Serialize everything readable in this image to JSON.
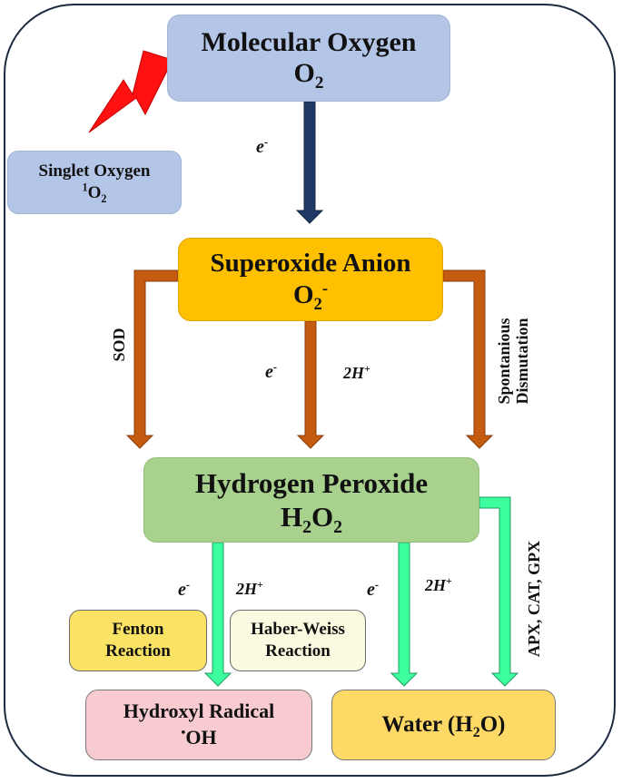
{
  "nodes": {
    "molecular_oxygen": {
      "name": "Molecular Oxygen",
      "formula_main": "O",
      "formula_sub": "2"
    },
    "singlet_oxygen": {
      "name": "Singlet Oxygen",
      "formula_sup": "1",
      "formula_main": "O",
      "formula_sub": "2"
    },
    "superoxide_anion": {
      "name": "Superoxide Anion",
      "formula_main": "O",
      "formula_sub": "2",
      "formula_sup": "-"
    },
    "hydrogen_peroxide": {
      "name": "Hydrogen Peroxide",
      "formula_h": "H",
      "formula_h_sub": "2",
      "formula_o": "O",
      "formula_o_sub": "2"
    },
    "fenton_reaction": {
      "line1": "Fenton",
      "line2": "Reaction"
    },
    "haber_weiss_reaction": {
      "line1": "Haber-Weiss",
      "line2": "Reaction"
    },
    "hydroxyl_radical": {
      "name": "Hydroxyl Radical",
      "formula_dot": "•",
      "formula": "OH"
    },
    "water": {
      "name_prefix": "Water (H",
      "name_sub": "2",
      "name_suffix": "O)"
    }
  },
  "labels": {
    "electron_main": "e",
    "electron_sup": "-",
    "protons_main": "2H",
    "protons_sup": "+",
    "sod": "SOD",
    "spontaneous_line1": "Spontanious",
    "spontaneous_line2": "Dismutation",
    "apx_cat_gpx": "APX, CAT, GPX"
  },
  "colors": {
    "molecular_oxygen_fill": "#b4c6e7",
    "superoxide_fill": "#ffc000",
    "hydrogen_peroxide_fill": "#a9d18e",
    "fenton_fill": "#f9e264",
    "haber_weiss_fill": "#fafae0",
    "hydroxyl_fill": "#f8cbd1",
    "water_fill": "#ffd966",
    "arrow_dark_blue": "#1f3864",
    "arrow_brown": "#c55a11",
    "arrow_green": "#3dffa0",
    "lightning": "#ff0000"
  }
}
